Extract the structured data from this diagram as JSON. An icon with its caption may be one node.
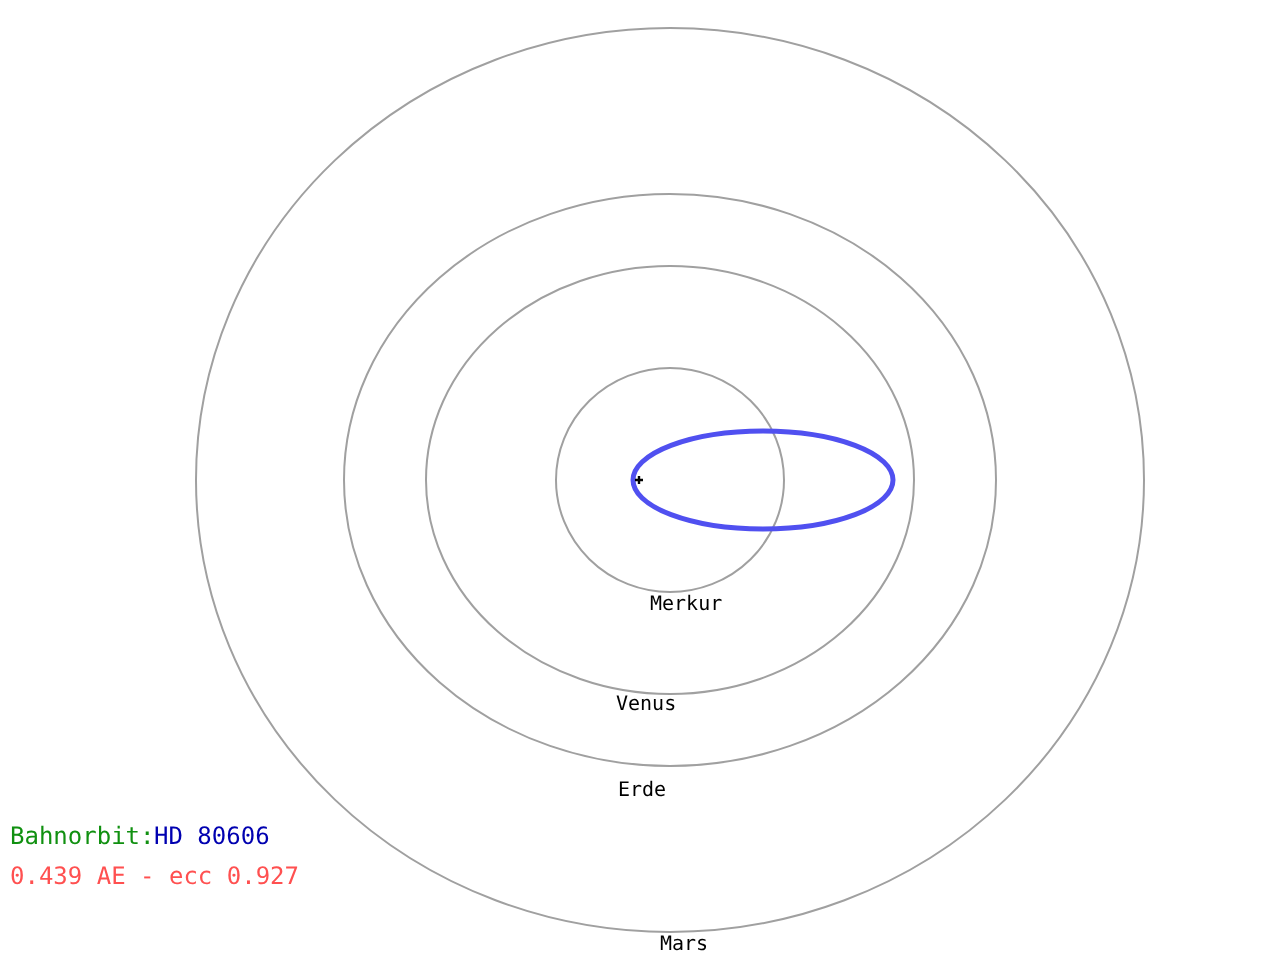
{
  "diagram": {
    "labels": [
      "Merkur",
      "Venus",
      "Erde",
      "Bahnorbit:",
      "HD 80606",
      "0.439 AE - ecc 0.927",
      "Mars"
    ]
  }
}
